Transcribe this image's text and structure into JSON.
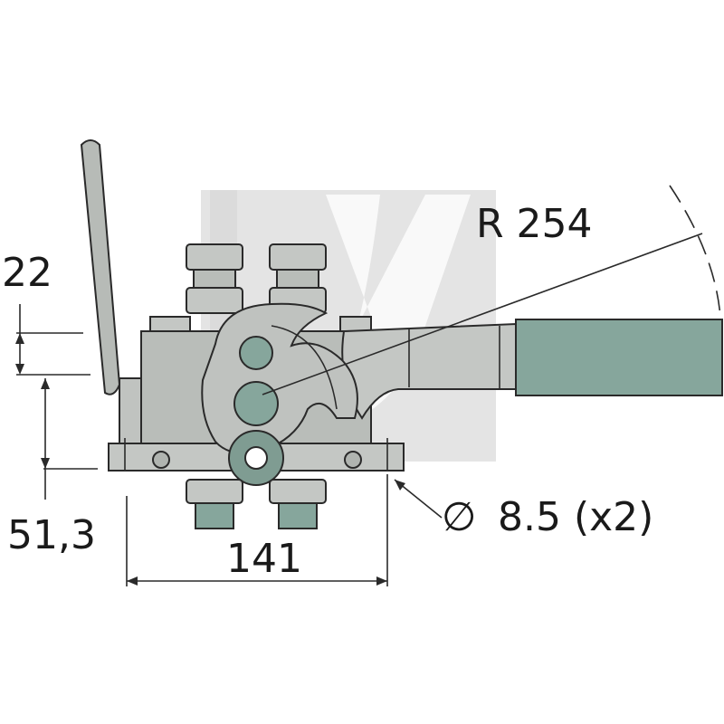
{
  "dimensions": {
    "radius_label": "R 254",
    "offset_top_label": "22",
    "offset_bottom_label": "51,3",
    "width_label": "141",
    "hole_label": "8.5 (x2)",
    "diameter_symbol": "∅"
  },
  "colors": {
    "body": "#b9bdb9",
    "body_light": "#c9ccc9",
    "handle_grip": "#86a69c",
    "fitting": "#c4c7c4",
    "port_ring": "#7f9c92",
    "line": "#2a2a2a",
    "watermark": "#d9d9d9"
  }
}
